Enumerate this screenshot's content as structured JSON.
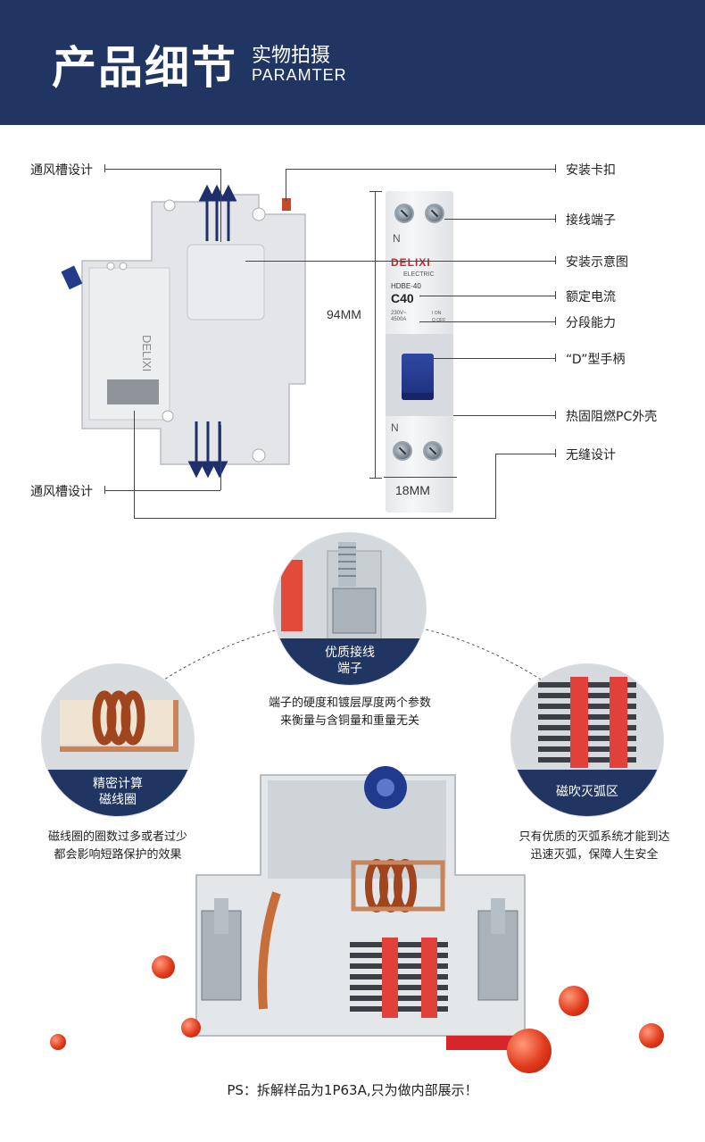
{
  "header": {
    "title": "产品细节",
    "subtitle": "实物拍摄",
    "subtitle_en": "PARAMTER"
  },
  "callouts": {
    "vent_top": "通风槽设计",
    "vent_bottom": "通风槽设计",
    "clip": "安装卡扣",
    "terminal": "接线端子",
    "diagram": "安装示意图",
    "rated_current": "额定电流",
    "breaking_capacity": "分段能力",
    "handle": "“D”型手柄",
    "shell": "热固阻燃PC外壳",
    "seamless": "无缝设计"
  },
  "dimensions": {
    "height": "94MM",
    "width": "18MM"
  },
  "front_label": {
    "brand": "DELIXI",
    "sub": "ELECTRIC",
    "model": "HDBE-40",
    "rating": "C40",
    "spec": "230V~",
    "spec2": "4500A",
    "on": "I ON",
    "off": "O OFF",
    "n_top": "N",
    "n_bottom": "N"
  },
  "features": {
    "terminal": {
      "label_line1": "优质接线",
      "label_line2": "端子",
      "desc_line1": "端子的硬度和镀层厚度两个参数",
      "desc_line2": "来衡量与含铜量和重量无关"
    },
    "coil": {
      "label_line1": "精密计算",
      "label_line2": "磁线圈",
      "desc_line1": "磁线圈的圈数过多或者过少",
      "desc_line2": "都会影响短路保护的效果"
    },
    "arc": {
      "label": "磁吹灭弧区",
      "desc_line1": "只有优质的灭弧系统才能到达",
      "desc_line2": "迅速灭弧，保障人生安全"
    }
  },
  "footer_note": "PS：拆解样品为1P63A,只为做内部展示！",
  "colors": {
    "navy": "#203561",
    "red": "#d2232a",
    "handle_blue": "#2f49a3"
  }
}
